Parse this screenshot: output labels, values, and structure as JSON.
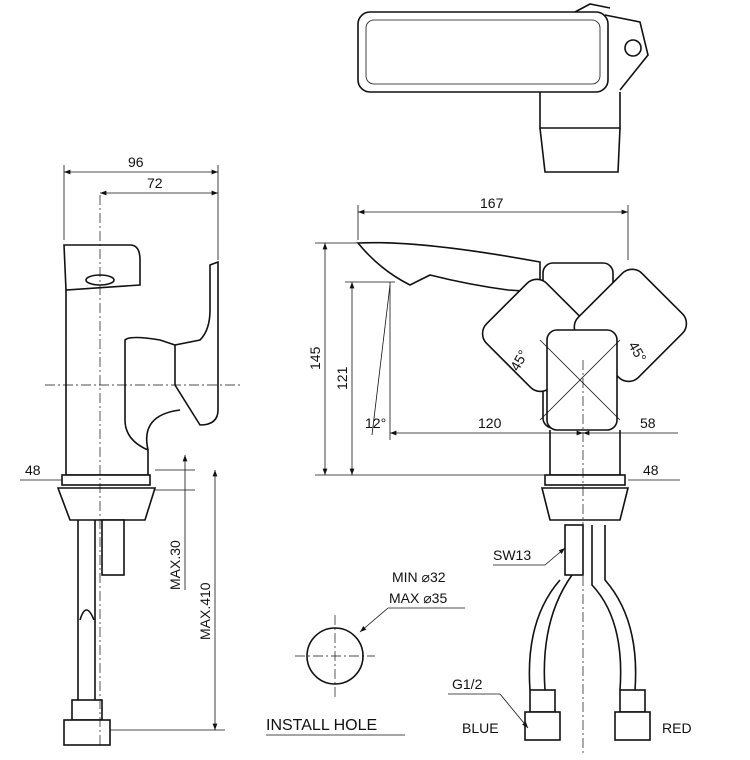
{
  "side_view": {
    "width_total": "96",
    "width_handle": "72",
    "height_base": "48",
    "max_30": "MAX.30",
    "max_410": "MAX.410"
  },
  "front_view": {
    "length": "167",
    "height_total": "145",
    "height_spout": "121",
    "angle_spout": "12°",
    "reach": "120",
    "offset": "58",
    "angle_left": "45°",
    "angle_right": "45°",
    "height_base": "48",
    "wrench": "SW13",
    "thread": "G1/2",
    "cold": "BLUE",
    "hot": "RED"
  },
  "install_hole": {
    "min": "MIN ⌀32",
    "max": "MAX ⌀35",
    "title": "INSTALL HOLE"
  }
}
